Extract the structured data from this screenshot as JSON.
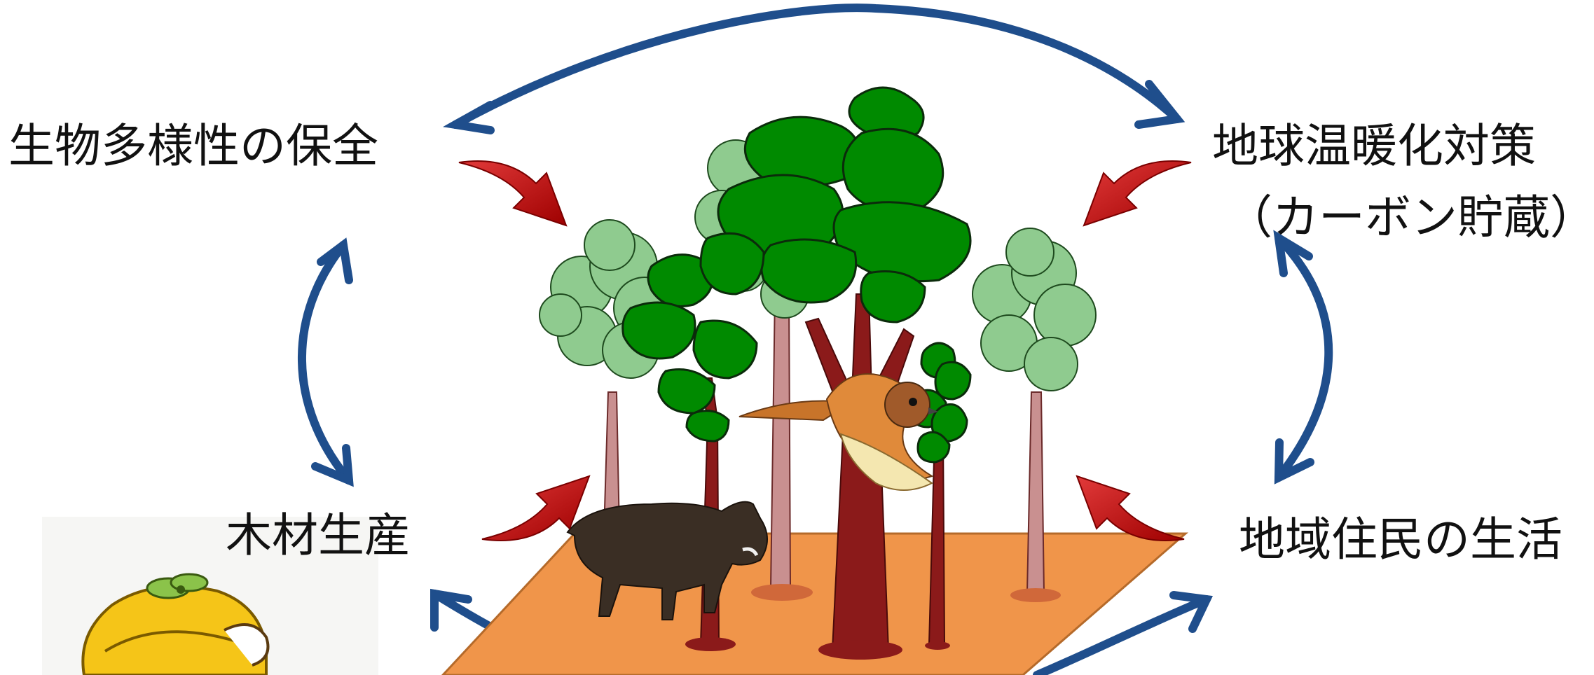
{
  "labels": {
    "biodiversity": "生物多様性の保全",
    "climate_line1": "地球温暖化対策",
    "climate_line2": "（カーボン貯蔵）",
    "timber": "木材生産",
    "local_life": "地域住民の生活"
  },
  "colors": {
    "blue_arrow": "#1F4E8C",
    "red_arrow": "#C00000",
    "ground": "#F0954A",
    "canopy_dark": "#008A00",
    "canopy_light": "#8FCB8F",
    "trunk": "#8B1A1A",
    "trunk_light": "#C99090"
  }
}
